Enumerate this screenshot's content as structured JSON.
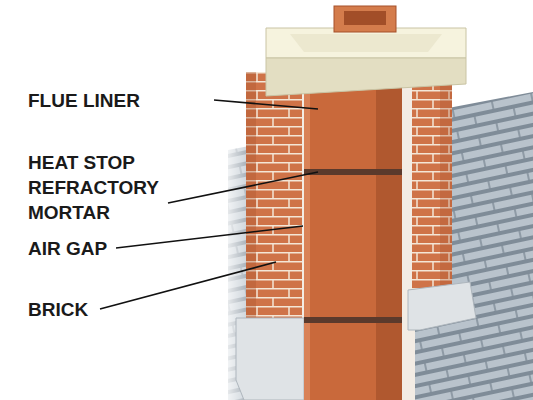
{
  "diagram": {
    "labels": [
      "FLUE LINER",
      "HEAT STOP REFRACTORY MORTAR",
      "AIR GAP",
      "BRICK"
    ]
  }
}
